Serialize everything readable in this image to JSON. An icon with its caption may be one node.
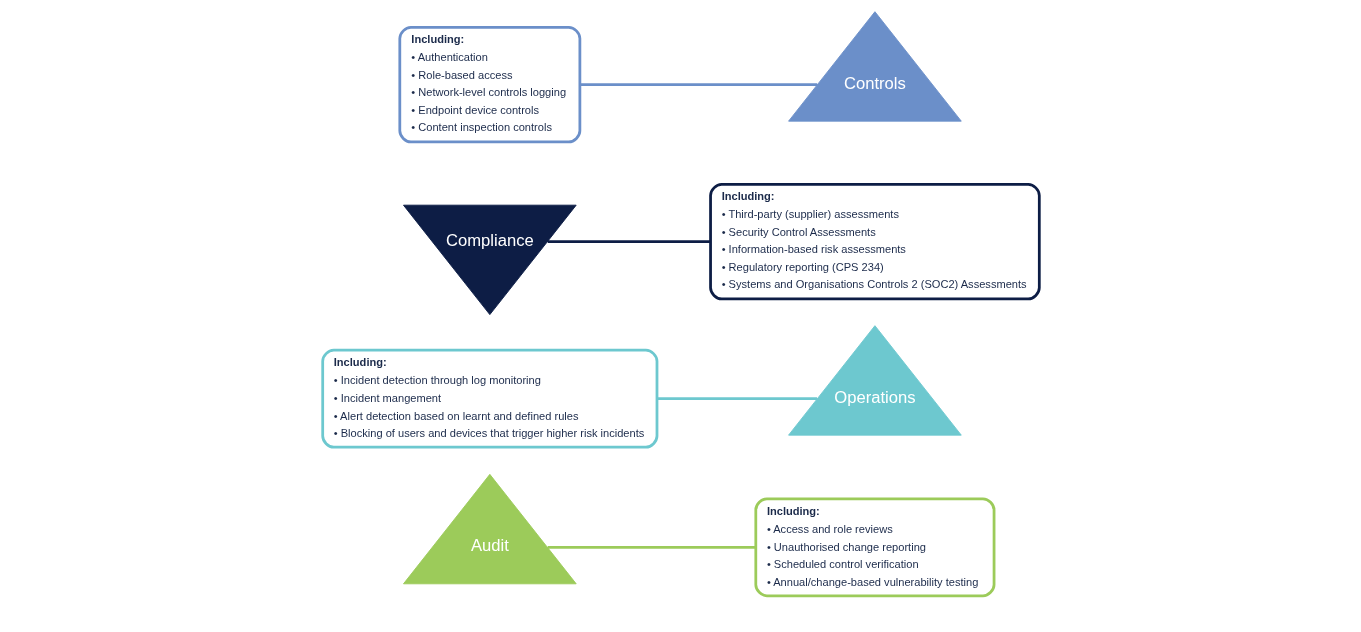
{
  "diagram": {
    "nodes": [
      {
        "text": [
          "Including:",
          "• Authentication",
          "• Role-based access",
          "• Network-level controls logging",
          "• Endpoint device controls",
          "• Content inspection controls"
        ]
      },
      {
        "text": [
          "Controls"
        ]
      },
      {
        "text": [
          "Including:",
          "• Third-party (supplier) assessments",
          "• Security Control Assessments",
          "• Information-based risk assessments",
          "• Regulatory reporting (CPS 234)",
          "• Systems and Organisations Controls 2 (SOC2) Assessments"
        ]
      },
      {
        "text": [
          "Compliance"
        ]
      },
      {
        "text": [
          "Including:",
          "• Incident detection through log monitoring",
          "• Incident mangement",
          "• Alert detection based on learnt and defined rules",
          "• Blocking of users and devices that trigger higher risk incidents"
        ]
      },
      {
        "text": [
          "Operations"
        ]
      },
      {
        "text": [
          "Audit"
        ]
      },
      {
        "text": [
          "Including:",
          "• Access and role reviews",
          "• Unauthorised change reporting",
          "• Scheduled control verification",
          "• Annual/change-based vulnerability testing"
        ]
      }
    ],
    "edges": [
      {
        "from": 0,
        "to": 1,
        "arrow": "none",
        "color": "#6b8fc9"
      },
      {
        "from": 3,
        "to": 2,
        "arrow": "none",
        "color": "#0d1d45"
      },
      {
        "from": 4,
        "to": 5,
        "arrow": "none",
        "color": "#6dc8cf"
      },
      {
        "from": 6,
        "to": 7,
        "arrow": "none",
        "color": "#9ccb5a"
      }
    ]
  }
}
